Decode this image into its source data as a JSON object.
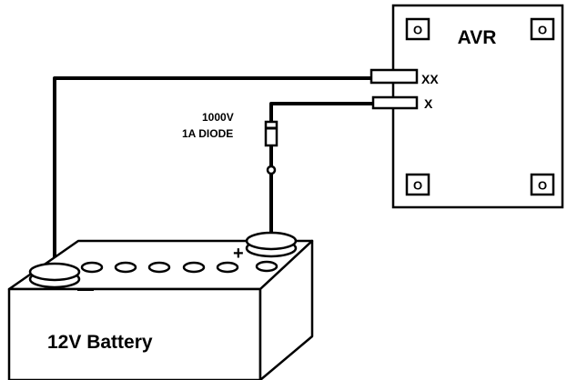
{
  "module": {
    "title": "AVR",
    "terminal_upper": "XX",
    "terminal_lower": "X",
    "mount_hole_glyph": "O"
  },
  "diode": {
    "voltage_label": "1000V",
    "type_label": "1A DIODE"
  },
  "battery": {
    "label": "12V Battery",
    "positive_symbol": "+",
    "negative_symbol": "—"
  },
  "colors": {
    "line": "#000000",
    "background": "#ffffff"
  }
}
